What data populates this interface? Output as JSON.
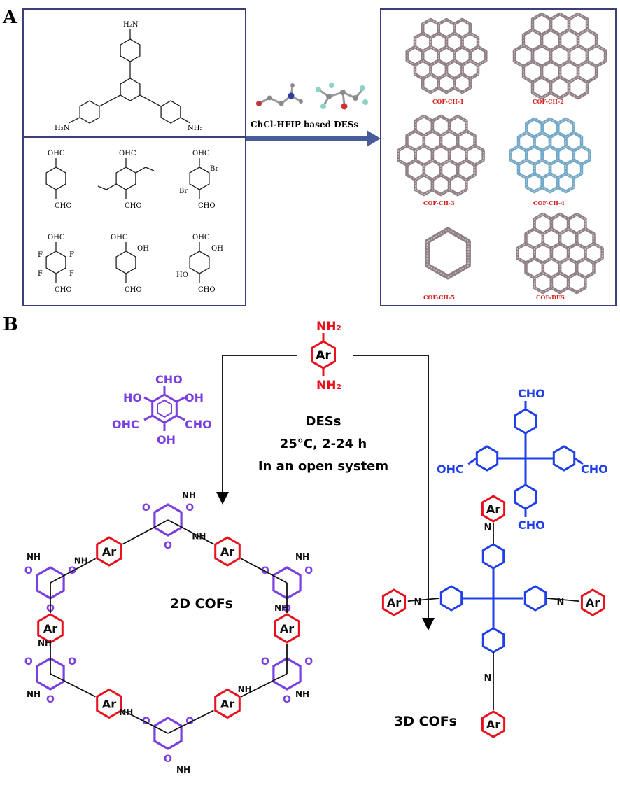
{
  "panels": {
    "a_letter": "A",
    "b_letter": "B"
  },
  "panel_a": {
    "amine_groups": {
      "top": "H₂N",
      "left": "H₂N",
      "right": "NH₂"
    },
    "aldehyde_labels": {
      "m1_top": "OHC",
      "m1_bottom": "CHO",
      "m2_top": "OHC",
      "m2_bottom": "CHO",
      "m3_top": "OHC",
      "m3_bottom": "CHO",
      "m3_sub_top": "Br",
      "m3_sub_bottom": "Br",
      "m4_top": "OHC",
      "m4_bottom": "CHO",
      "m4_f1": "F",
      "m4_f2": "F",
      "m4_f3": "F",
      "m4_f4": "F",
      "m5_top": "OHC",
      "m5_oh": "OH",
      "m5_bottom": "CHO",
      "m6_top": "OHC",
      "m6_oh_top": "OH",
      "m6_oh_bottom": "HO",
      "m6_bottom": "CHO"
    },
    "reaction_label": "ChCl-HFIP based DESs",
    "cof_labels": [
      "COF-CH-1",
      "COF-CH-2",
      "COF-CH-3",
      "COF-CH-4",
      "COF-CH-5",
      "COF-DES"
    ]
  },
  "panel_b": {
    "amine": {
      "top": "NH₂",
      "bottom": "NH₂",
      "ring": "Ar"
    },
    "conditions": [
      "DESs",
      "25°C, 2-24 h",
      "In an open system"
    ],
    "tfp": {
      "cho_top": "CHO",
      "ho_left": "HO",
      "oh_right": "OH",
      "ohc_left": "OHC",
      "cho_right": "CHO",
      "oh_bottom": "OH"
    },
    "ttm": {
      "cho_top": "CHO",
      "ohc_left": "OHC",
      "cho_right": "CHO",
      "cho_bottom": "CHO"
    },
    "cof2d_label": "2D COFs",
    "cof3d_label": "3D COFs",
    "ring_label": "Ar",
    "nh": "NH",
    "n": "N",
    "o": "O"
  },
  "colors": {
    "purple": "#7a3fe0",
    "blue": "#1f3fe8",
    "red": "#e8121f",
    "frame": "#3b3f7a",
    "arrow_fill": "#4a5b9a",
    "cof_label": "#d41f1f"
  }
}
